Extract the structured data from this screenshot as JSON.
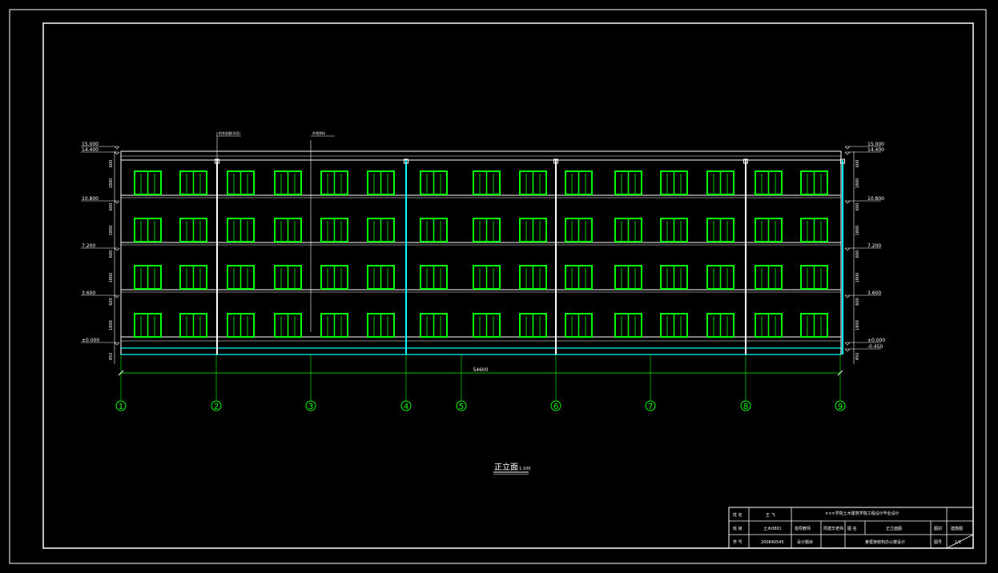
{
  "drawing": {
    "title": "正立面",
    "scale": "1:100",
    "total_length": "54600",
    "axes": [
      "1",
      "2",
      "3",
      "4",
      "5",
      "6",
      "7",
      "8",
      "9"
    ],
    "elevations_left": [
      "15.000",
      "14.400",
      "10.800",
      "7.200",
      "3.600",
      "±0.000"
    ],
    "elevations_right": [
      "15.000",
      "14.400",
      "10.800",
      "7.200",
      "3.600",
      "±0.000",
      "-0.450"
    ],
    "floor_dims": [
      "600",
      "1800",
      "600",
      "1800",
      "600",
      "1800",
      "600",
      "1800",
      "450"
    ],
    "callouts": [
      "铝合金窗(详见)",
      "外墙涂料"
    ],
    "colors": {
      "window": "#00ff00",
      "line": "#ffffff",
      "column": "#00ffff",
      "axis": "#00ff00"
    }
  },
  "title_block": {
    "r1c1": "姓 名",
    "r1c2": "王 飞",
    "header": "×××学院土木建筑学院工程设计毕业设计",
    "r2c1": "班 级",
    "r2c2": "土木0801",
    "r2c3": "指导教师",
    "r2c4": "周建华老师",
    "r2c5": "图 名",
    "r2c6": "正立面图",
    "r2c7": "图别",
    "r2c8": "建施图",
    "r3c1": "学 号",
    "r3c2": "200840545",
    "r3c3": "设计题目",
    "r3c4": "某框架结构办公楼设计",
    "r3c5": "图号",
    "r3c6": "1/1"
  }
}
